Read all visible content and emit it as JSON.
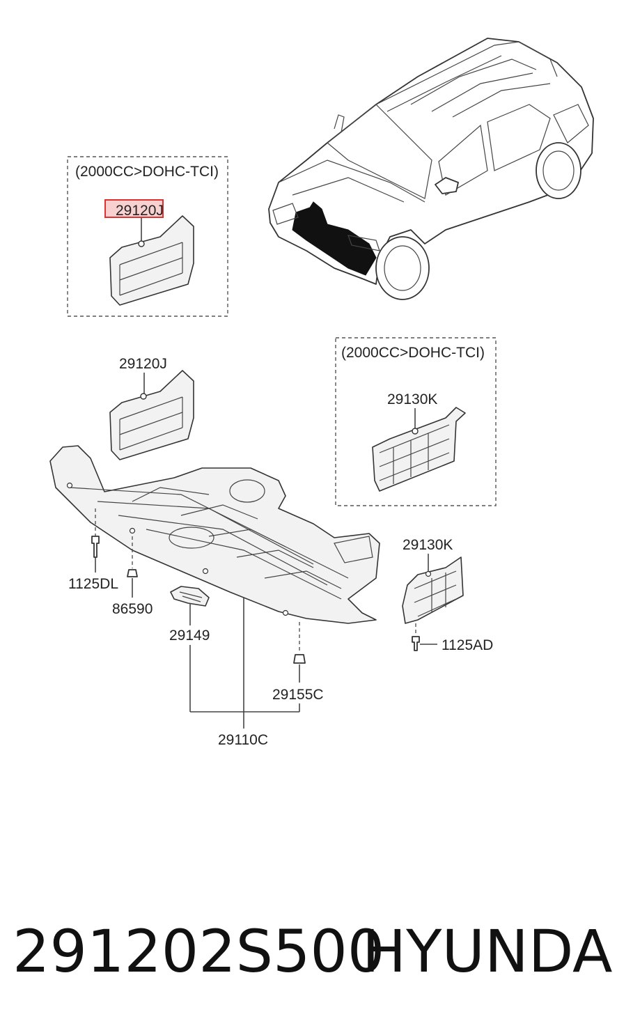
{
  "callouts": {
    "cover_top": "29120J",
    "cover_mid": "29120J",
    "cover_right_box": "29130K",
    "cover_right": "29130K",
    "bolt_left": "1125DL",
    "clip_left": "86590",
    "bracket": "29149",
    "screw_right": "1125AD",
    "clip_bottom": "29155C",
    "under_cover": "29110C"
  },
  "option_boxes": {
    "left_header": "(2000CC>DOHC-TCI)",
    "right_header": "(2000CC>DOHC-TCI)"
  },
  "footer": {
    "part_number": "291202S500",
    "brand": "HYUNDAI"
  },
  "colors": {
    "highlight_border": "#e03030",
    "highlight_fill": "#f8d0d0"
  }
}
